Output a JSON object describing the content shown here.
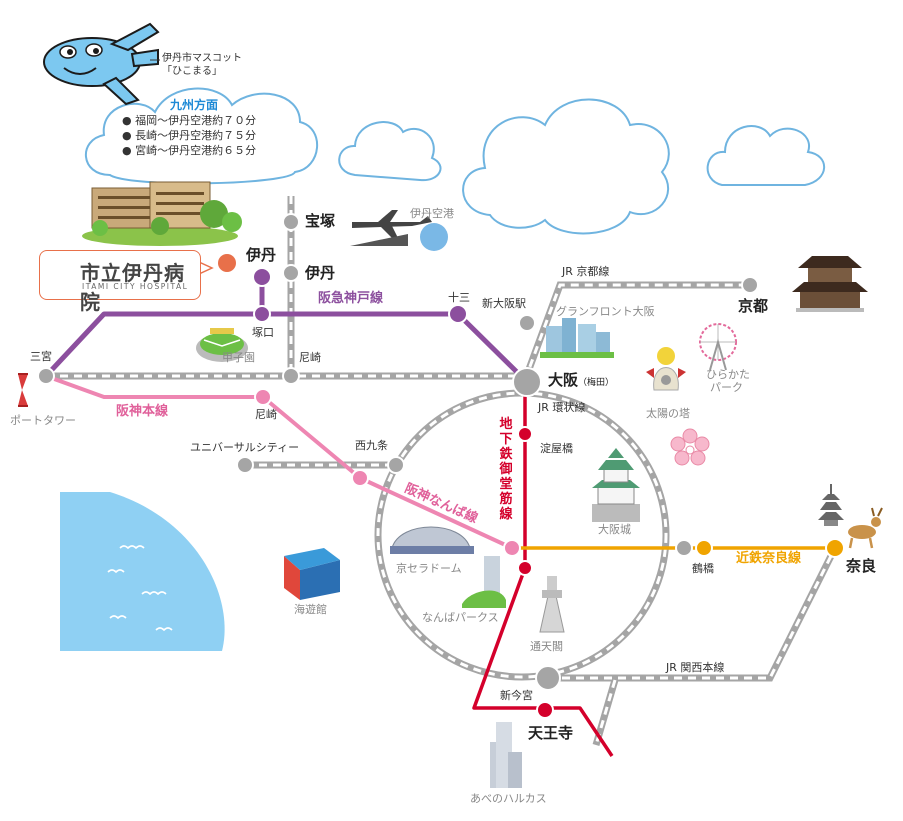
{
  "mascot": {
    "caption_line1": "伊丹市マスコット",
    "caption_line2": "「ひこまる」"
  },
  "flights": {
    "title": "九州方面",
    "items": [
      "福岡～伊丹空港約７０分",
      "長崎～伊丹空港約７５分",
      "宮崎～伊丹空港約６５分"
    ]
  },
  "hospital": {
    "name": "市立伊丹病院",
    "subtitle": "ITAMI CITY HOSPITAL"
  },
  "lines": {
    "hankyu_kobe": "阪急神戸線",
    "hanshin_main": "阪神本線",
    "hanshin_namba": "阪神なんば線",
    "midosuji": "地下鉄御堂筋線",
    "jr_loop": "JR 環状線",
    "jr_kyoto": "JR 京都線",
    "kintetsu_nara": "近鉄奈良線",
    "jr_kansai": "JR 関西本線"
  },
  "stations": {
    "takarazuka": "宝塚",
    "itami_jr": "伊丹",
    "itami_hankyu": "伊丹",
    "tsukaguchi": "塚口",
    "amagasaki_jr": "尼崎",
    "amagasaki_hanshin": "尼崎",
    "juso": "十三",
    "shin_osaka": "新大阪駅",
    "osaka": "大阪",
    "osaka_sub": "（梅田）",
    "kyoto": "京都",
    "sannomiya": "三宮",
    "usj": "ユニバーサルシティー",
    "nishikujo": "西九条",
    "yodoyabashi": "淀屋橋",
    "tsuruhashi": "鶴橋",
    "nara": "奈良",
    "shin_imamiya": "新今宮",
    "tennoji": "天王寺"
  },
  "landmarks": {
    "itami_airport": "伊丹空港",
    "grand_front": "グランフロント大阪",
    "hirakata_line1": "ひらかた",
    "hirakata_line2": "パーク",
    "taiyo_no_to": "太陽の塔",
    "koshien": "甲子園",
    "port_tower": "ポートタワー",
    "osaka_castle": "大阪城",
    "kyocera_dome": "京セラドーム",
    "namba_parks": "なんばパークス",
    "tsutenkaku": "通天閣",
    "kaiyukan": "海遊館",
    "abeno_harukas": "あべのハルカス"
  },
  "colors": {
    "hankyu": "#8c4f9e",
    "hanshin_main": "#ee86b2",
    "midosuji": "#d4002b",
    "kintetsu": "#f0a400",
    "jr_track": "#a5a5a5",
    "cloud_outline": "#6fb4e0",
    "sea": "#8fd0f3",
    "hospital_accent": "#e8704a",
    "airport_dot": "#7ab8e6"
  }
}
